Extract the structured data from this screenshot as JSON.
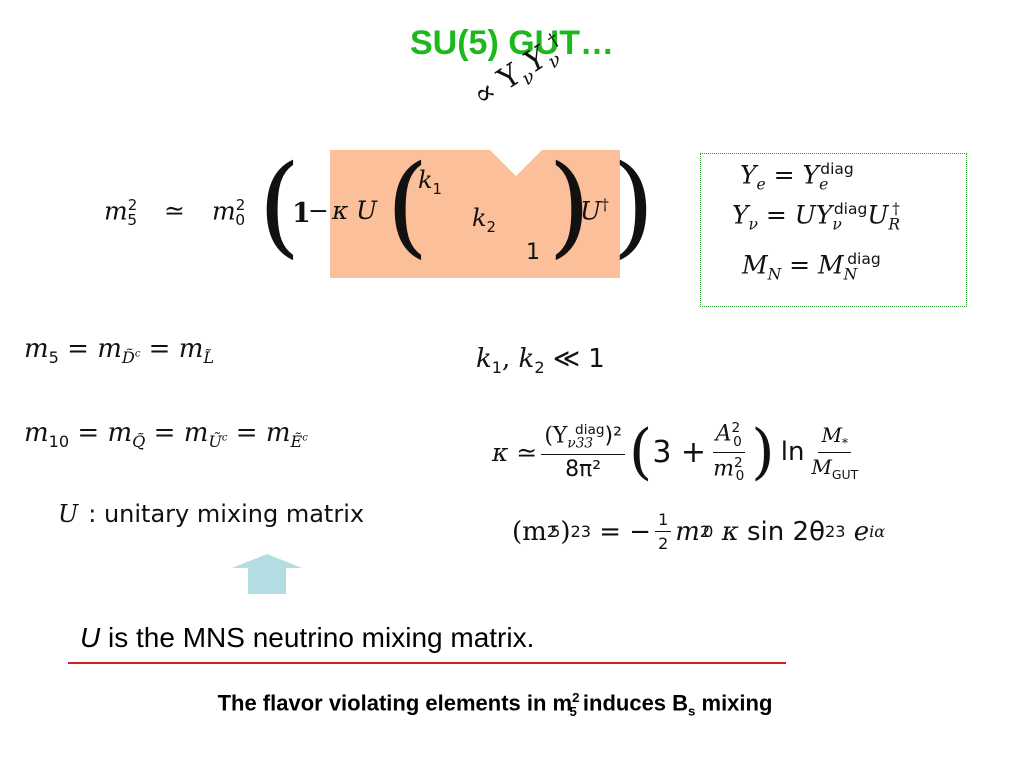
{
  "title": "SU(5) GUT…",
  "matrix_eq": {
    "lhs": "m",
    "lhs_sub": "5",
    "lhs_sup": "2",
    "approx": "≃",
    "m0": "m",
    "m0_sub": "0",
    "m0_sup": "2",
    "one": "1",
    "minus": "−",
    "kappa": "κ",
    "U": "U",
    "k1": "k",
    "k1_sub": "1",
    "k2": "k",
    "k2_sub": "2",
    "unit": "1",
    "Udag": "U",
    "dag": "†",
    "annotation": "∝ Y",
    "annotation_sub": "ν",
    "annotation_Y2": "Y",
    "annotation_sub2": "ν",
    "annotation_dag": "†"
  },
  "green_box": {
    "line1": "Y_e = Y_e^diag",
    "line2": "Y_ν = U Y_ν^diag U_R^†",
    "line3": "M_N = M_N^diag",
    "diag": "diag"
  },
  "left_eqs": {
    "m5": "m",
    "m5_sub": "5",
    "D": "D̃",
    "D_sup": "c",
    "L": "L̃",
    "m10": "m",
    "m10_sub": "10",
    "Q": "Q̃",
    "Uc": "Ũ",
    "Uc_sup": "c",
    "Ec": "Ẽ",
    "Ec_sup": "c",
    "U_label": "U",
    "U_desc": ":  unitary mixing matrix"
  },
  "right_eqs": {
    "k_rel": "≪ 1",
    "kappa_num": "(Y",
    "kappa_sub": "ν33",
    "diag": "diag",
    "kappa_num_end": ")²",
    "kappa_den": "8π²",
    "three_plus": "3 +",
    "A0": "A",
    "A0_sub": "0",
    "A0_sup": "2",
    "m0": "m",
    "m0_sub": "0",
    "m0_sup": "2",
    "ln": "ln",
    "Mstar": "M",
    "Mstar_sub": "*",
    "Mgut": "M",
    "Mgut_sub": "GUT",
    "m23_left": "(m",
    "m23_sup": "2",
    "m23_sub5": "5",
    "m23_close": ")",
    "m23_sub23": "23",
    "m23_rhs": "= −",
    "half_num": "1",
    "half_den": "2",
    "sin": "sin 2θ",
    "sin_sub": "23",
    "exp": "e",
    "exp_sup": "iα"
  },
  "mns": {
    "U": "U",
    "text": " is the MNS neutrino mixing matrix."
  },
  "bottom": {
    "text1": "The flavor violating elements in m",
    "sup": "2",
    "sub": "5",
    "text2": " induces B",
    "sub2": "s",
    "text3": " mixing"
  },
  "colors": {
    "title": "#1cb81c",
    "matrix_bg": "#fbbf9a",
    "arrow": "#b3dde2",
    "underline": "#d12020",
    "green_border": "#2fa02f"
  }
}
